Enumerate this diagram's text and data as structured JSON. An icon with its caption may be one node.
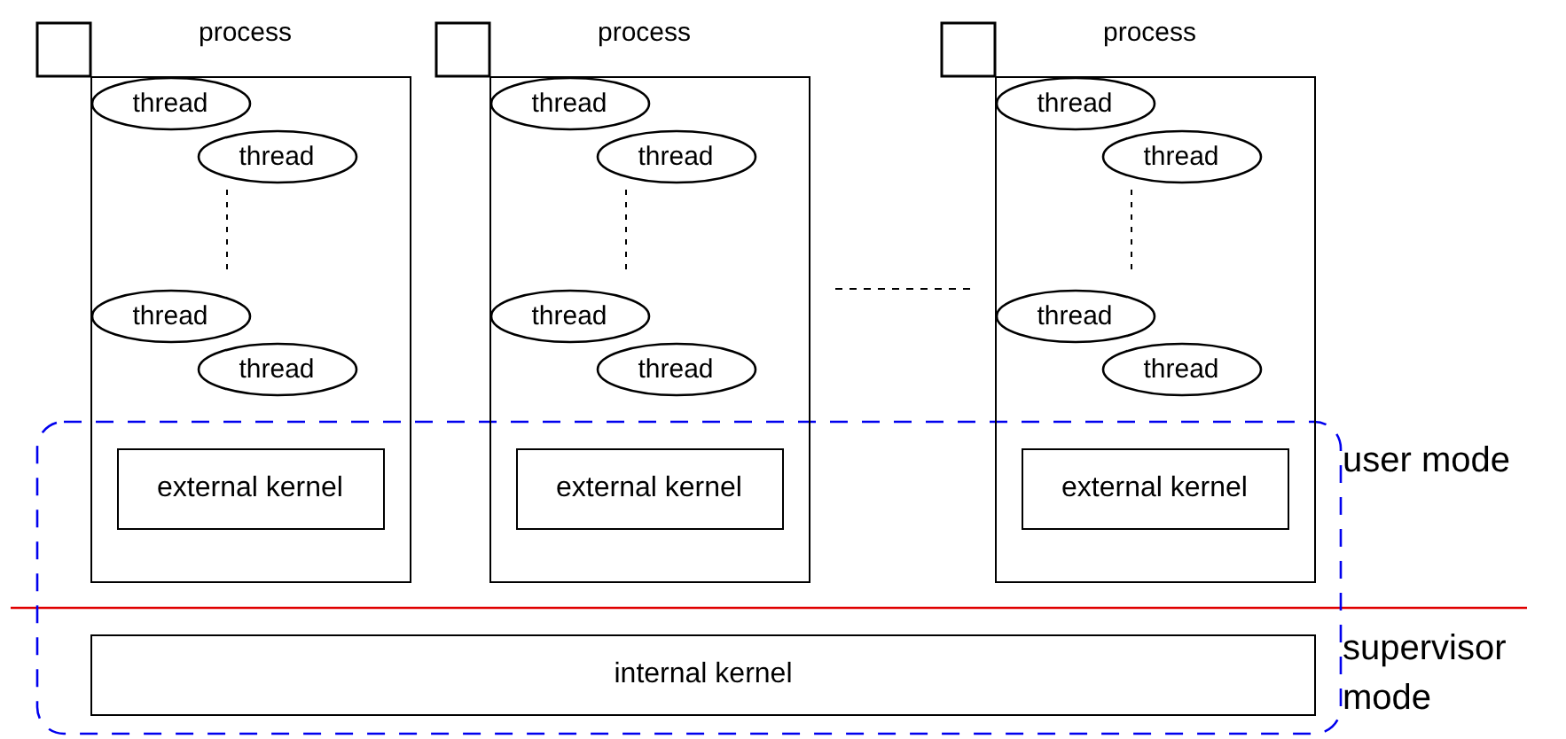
{
  "diagram": {
    "nodes": [
      {
        "text": [
          "process"
        ]
      },
      {
        "text": [
          "thread"
        ],
        "in": 0
      },
      {
        "text": [
          "thread"
        ],
        "in": 0
      },
      {
        "text": [
          "thread"
        ],
        "in": 0
      },
      {
        "text": [
          "thread"
        ],
        "in": 0
      },
      {
        "text": [
          "external kernel"
        ],
        "in": 0
      },
      {
        "text": [
          "process"
        ]
      },
      {
        "text": [
          "thread"
        ],
        "in": 6
      },
      {
        "text": [
          "thread"
        ],
        "in": 6
      },
      {
        "text": [
          "thread"
        ],
        "in": 6
      },
      {
        "text": [
          "thread"
        ],
        "in": 6
      },
      {
        "text": [
          "external kernel"
        ],
        "in": 6
      },
      {
        "text": [
          "process"
        ]
      },
      {
        "text": [
          "thread"
        ],
        "in": 12
      },
      {
        "text": [
          "thread"
        ],
        "in": 12
      },
      {
        "text": [
          "thread"
        ],
        "in": 12
      },
      {
        "text": [
          "thread"
        ],
        "in": 12
      },
      {
        "text": [
          "external kernel"
        ],
        "in": 12
      },
      {
        "text": [
          "internal kernel"
        ]
      }
    ],
    "edges": [],
    "labels": [
      "user mode",
      "supervisor mode"
    ]
  }
}
